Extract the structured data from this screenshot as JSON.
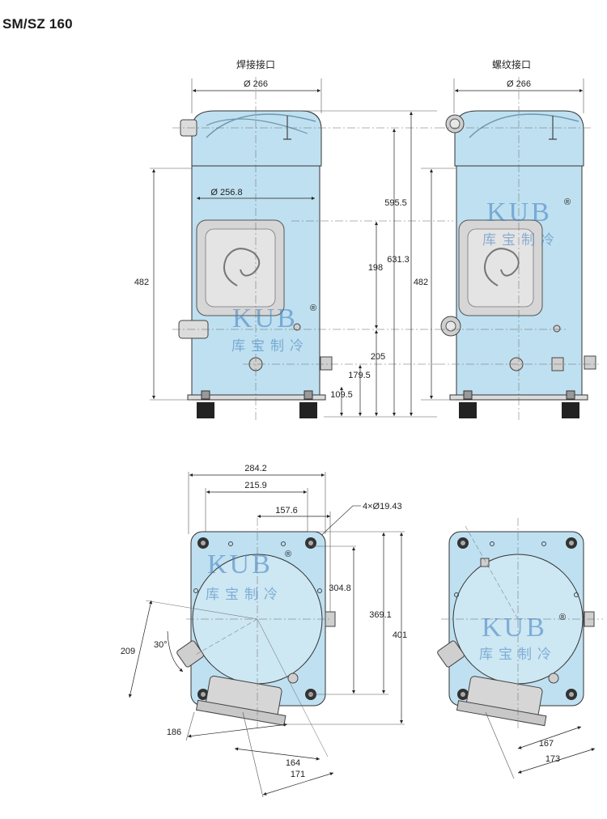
{
  "page": {
    "title": "SM/SZ 160"
  },
  "views": {
    "welded": {
      "caption": "焊接接口"
    },
    "threaded": {
      "caption": "螺纹接口"
    }
  },
  "dimensions": {
    "left_top_dia": "Ø 266",
    "right_top_dia": "Ø 266",
    "body_dia": "Ø 256.8",
    "left_height": "482",
    "right_height": "482",
    "h_595": "595.5",
    "h_631": "631.3",
    "h_198": "198",
    "h_205": "205",
    "h_179": "179.5",
    "h_109": "109.5",
    "w_284": "284.2",
    "w_215": "215.9",
    "w_157": "157.6",
    "holes": "4×Ø19.43",
    "d_304": "304.8",
    "d_369": "369.1",
    "d_401": "401",
    "d_209": "209",
    "angle": "30°",
    "d_186": "186",
    "d_164": "164",
    "d_171": "171",
    "d_167": "167",
    "d_173": "173"
  },
  "watermark": {
    "latin": "KUB",
    "registered": "®",
    "chinese": "库宝制冷"
  },
  "colors": {
    "body": "#bfe0f0",
    "outline": "#333333",
    "watermark": "#3f7fc0",
    "panel": "#d6d6d6"
  }
}
